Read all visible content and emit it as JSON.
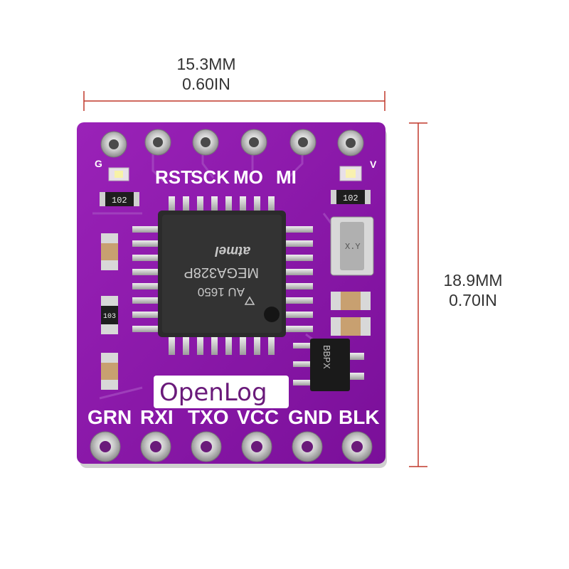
{
  "dimensions": {
    "width_mm": "15.3MM",
    "width_in": "0.60IN",
    "height_mm": "18.9MM",
    "height_in": "0.70IN",
    "line_color": "#c0392b"
  },
  "board": {
    "pcb_color": "#8a16a8",
    "silk_color": "#ffffff",
    "top_labels": [
      "RST",
      "SCK",
      "MO",
      "MI"
    ],
    "corner_label_left": "G",
    "corner_label_right": "V",
    "bottom_labels": [
      "GRN",
      "RXI",
      "TXO",
      "VCC",
      "GND",
      "BLK"
    ],
    "logo": "OpenLog",
    "chip_brand": "atmel",
    "chip_model": "MEGA328P",
    "chip_lot": "AU 1650",
    "resistor_top_left": "102",
    "resistor_top_right": "102",
    "resistor_left": "103",
    "regulator_mark": "BBPX",
    "crystal_mark": "X.Y"
  }
}
